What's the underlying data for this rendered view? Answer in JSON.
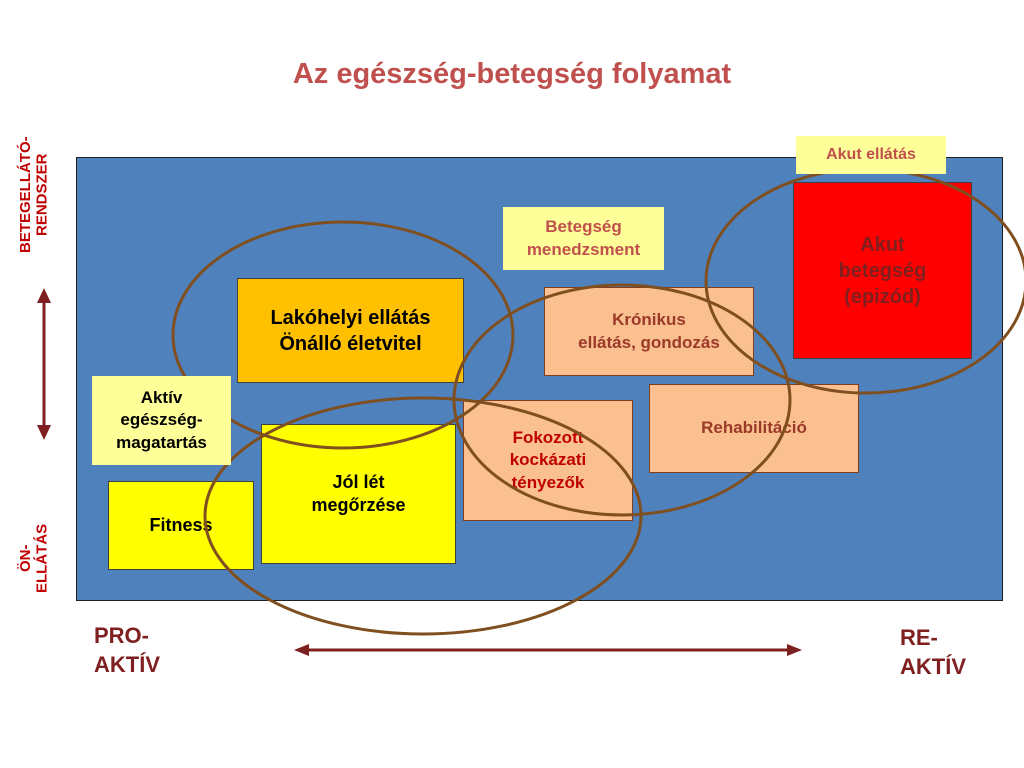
{
  "title": "Az egészség-betegség folyamat",
  "vertical_axis": {
    "top_label": "BETEGELLÁTÓ-\nRENDSZER",
    "bottom_label": "ÖN-\nELLÁTÁS"
  },
  "horizontal_axis": {
    "left_label": "PRO-\nAKTÍV",
    "right_label": "RE-\nAKTÍV"
  },
  "boxes": {
    "fitness": "Fitness",
    "jol_let": "Jól lét\nmegőrzése",
    "lakohelyi": "Lakóhelyi ellátás\nÖnálló életvitel",
    "fokozott": "Fokozott\nkockázati\ntényezők",
    "kronikus": "Krónikus\nellátás, gondozás",
    "rehabilitacio": "Rehabilitáció",
    "akut_betegseg": "Akut\nbetegség\n(epizód)"
  },
  "labels": {
    "aktiv": "Aktív\negészség-\nmagatartás",
    "betegseg_menedzsment": "Betegség\nmenedzsment",
    "akut_ellatas": "Akut ellátás"
  },
  "colors": {
    "title": "#c0504d",
    "panel": "#4f81bd",
    "yellow": "#ffff00",
    "gold": "#ffc000",
    "peach": "#fac090",
    "red": "#ff0000",
    "label_bg": "#ffff99",
    "ellipse": "#7f4f1f"
  }
}
